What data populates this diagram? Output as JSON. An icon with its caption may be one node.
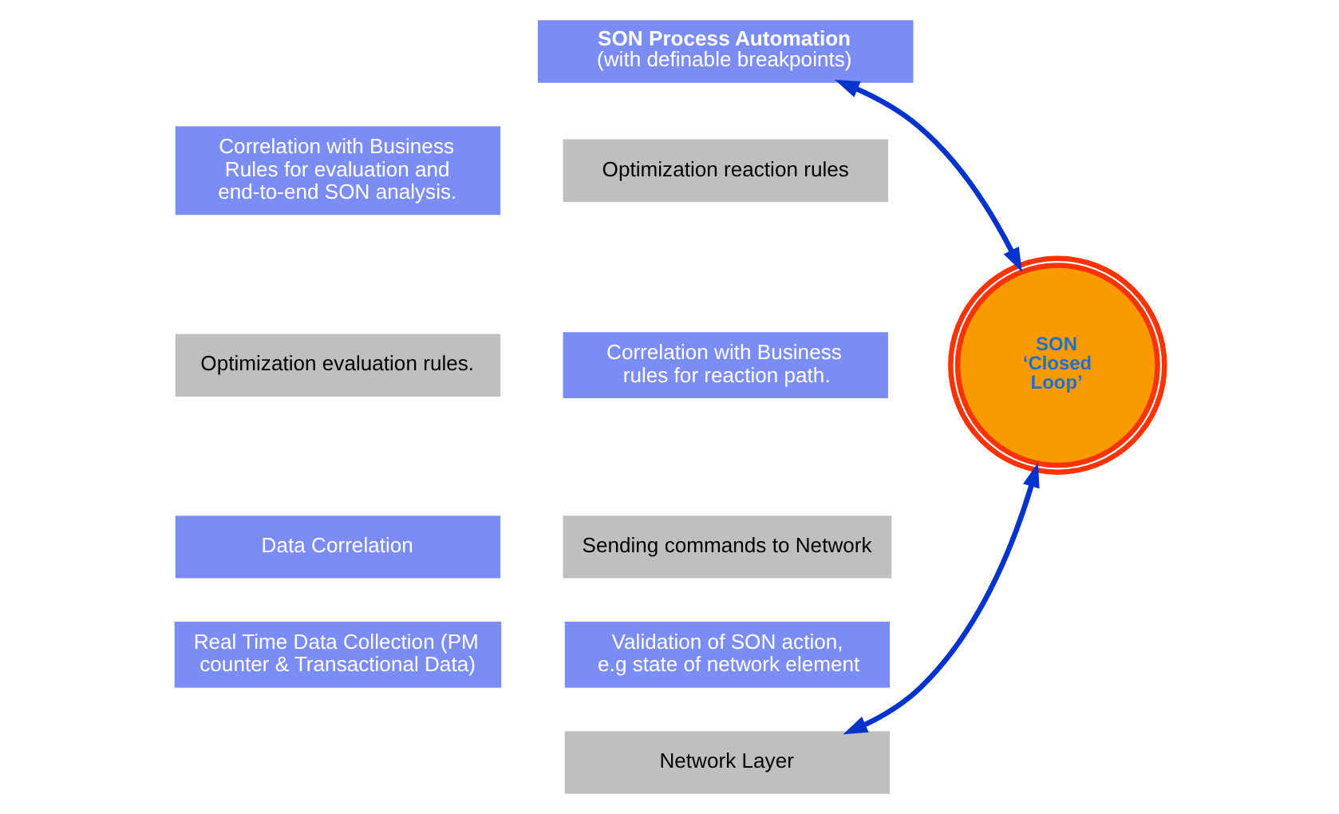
{
  "diagram": {
    "nodes": [
      {
        "text": [
          "SON Process Automation",
          "(with definable breakpoints)"
        ]
      },
      {
        "text": [
          "Correlation with Business Rules for evaluation and end-to-end SON analysis."
        ]
      },
      {
        "text": [
          "Optimization reaction rules"
        ]
      },
      {
        "text": [
          "SON ‘Closed Loop’"
        ]
      },
      {
        "text": [
          "Correlation with Business rules for reaction path."
        ]
      },
      {
        "text": [
          "Optimization evaluation rules."
        ]
      },
      {
        "text": [
          "Data Correlation"
        ]
      },
      {
        "text": [
          "Sending commands to Network"
        ]
      },
      {
        "text": [
          "Real Time Data Collection (PM counter & Transactional Data)"
        ]
      },
      {
        "text": [
          "Validation of SON action, e.g state of network element"
        ]
      },
      {
        "text": [
          "Network Layer"
        ]
      }
    ],
    "edges": [
      {
        "from": 0,
        "to": 3,
        "arrow": "both"
      },
      {
        "from": 3,
        "to": 10,
        "arrow": "both"
      }
    ]
  }
}
